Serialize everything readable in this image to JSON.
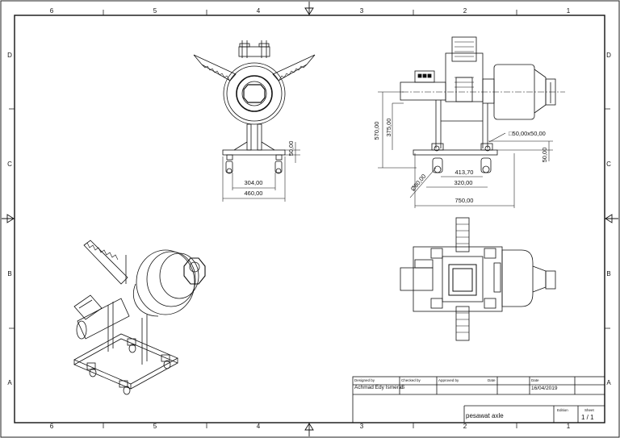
{
  "frame": {
    "columns": [
      "6",
      "5",
      "4",
      "3",
      "2",
      "1"
    ],
    "rows": [
      "D",
      "C",
      "B",
      "A"
    ]
  },
  "dimensions": {
    "front": {
      "height_right": "50,00",
      "width_inner": "304,00",
      "width_outer": "460,00"
    },
    "side": {
      "height_total": "570,00",
      "height_mid": "375,00",
      "square_section": "□50,00x50,00",
      "height_right": "50,00",
      "diameter": "Ø80,00",
      "span_inner": "413,70",
      "span_mid": "320,00",
      "span_total": "750,00"
    }
  },
  "title_block": {
    "designed_by_label": "Designed by",
    "checked_by_label": "Checked by",
    "approved_by_label": "Approved by",
    "date_label_1": "Date",
    "date_label_2": "Date",
    "designer": "Achmad Edy Ismerai",
    "checker": "S",
    "date": "16/04/2019",
    "title": "pesawat axle",
    "edition_label": "Edition",
    "sheet_label": "Sheet",
    "sheet": "1 / 1"
  }
}
